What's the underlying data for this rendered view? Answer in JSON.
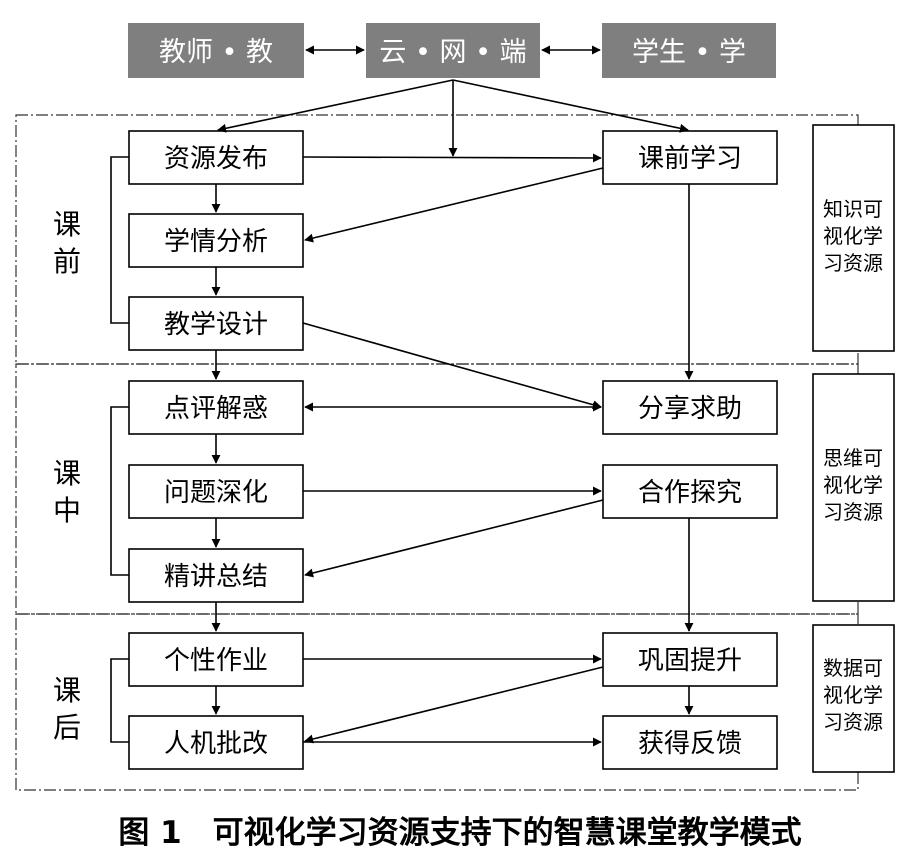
{
  "top": {
    "teacher": "教师 • 教",
    "cloud": "云 • 网 • 端",
    "student": "学生 • 学"
  },
  "phases": {
    "pre": [
      "课",
      "前"
    ],
    "in": [
      "课",
      "中"
    ],
    "post": [
      "课",
      "后"
    ]
  },
  "teacher_steps": {
    "pre": [
      "资源发布",
      "学情分析",
      "教学设计"
    ],
    "in": [
      "点评解惑",
      "问题深化",
      "精讲总结"
    ],
    "post": [
      "个性作业",
      "人机批改"
    ]
  },
  "student_steps": {
    "pre": [
      "课前学习"
    ],
    "in": [
      "分享求助",
      "合作探究"
    ],
    "post": [
      "巩固提升",
      "获得反馈"
    ]
  },
  "resources": {
    "pre": [
      "知识可",
      "视化学",
      "习资源"
    ],
    "in": [
      "思维可",
      "视化学",
      "习资源"
    ],
    "post": [
      "数据可",
      "视化学",
      "习资源"
    ]
  },
  "caption": "图 1　可视化学习资源支持下的智慧课堂教学模式",
  "colors": {
    "top_box_fill": "#7f7f7f",
    "top_box_text": "#ffffff",
    "line": "#000000"
  }
}
